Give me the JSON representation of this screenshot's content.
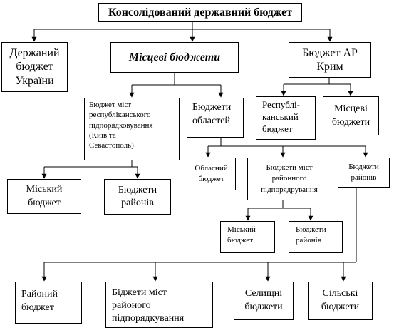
{
  "boxes": {
    "root": "Консолідований державний бюджет",
    "state": "Держаний\nбюджет\nУкраїни",
    "local": "Місцеві бюджети",
    "crimea": "Бюджет АР\nКрим",
    "republican_cities": "Бюджет міст\nреспубліканського\nпідпорядковування\n(Київ та\nСевастополь)",
    "regions": "Бюджети\nобластей",
    "republican": "Республі-\nканський\nбюджет",
    "crimea_local": "Місцеві\nбюджети",
    "oblast": "Обласний\nбюджет",
    "district_cities": "Бюджети міст\nрайонного\nпідпорядрування",
    "districts": "Бюджети\nрайонів",
    "city_budget_1": "Міський\nбюджет",
    "district_budgets_1": "Бюджети\nрайонів",
    "city_budget_2": "Міський\nбюджет",
    "district_budgets_2": "Бюджети\nрайонів",
    "district_budget": "Районий\nбюджет",
    "district_sub_cities": "Біджети міст\nрайоного\nпідпорядкування",
    "settlement": "Селищні\nбюджети",
    "village": "Сільські\nбюджети"
  }
}
